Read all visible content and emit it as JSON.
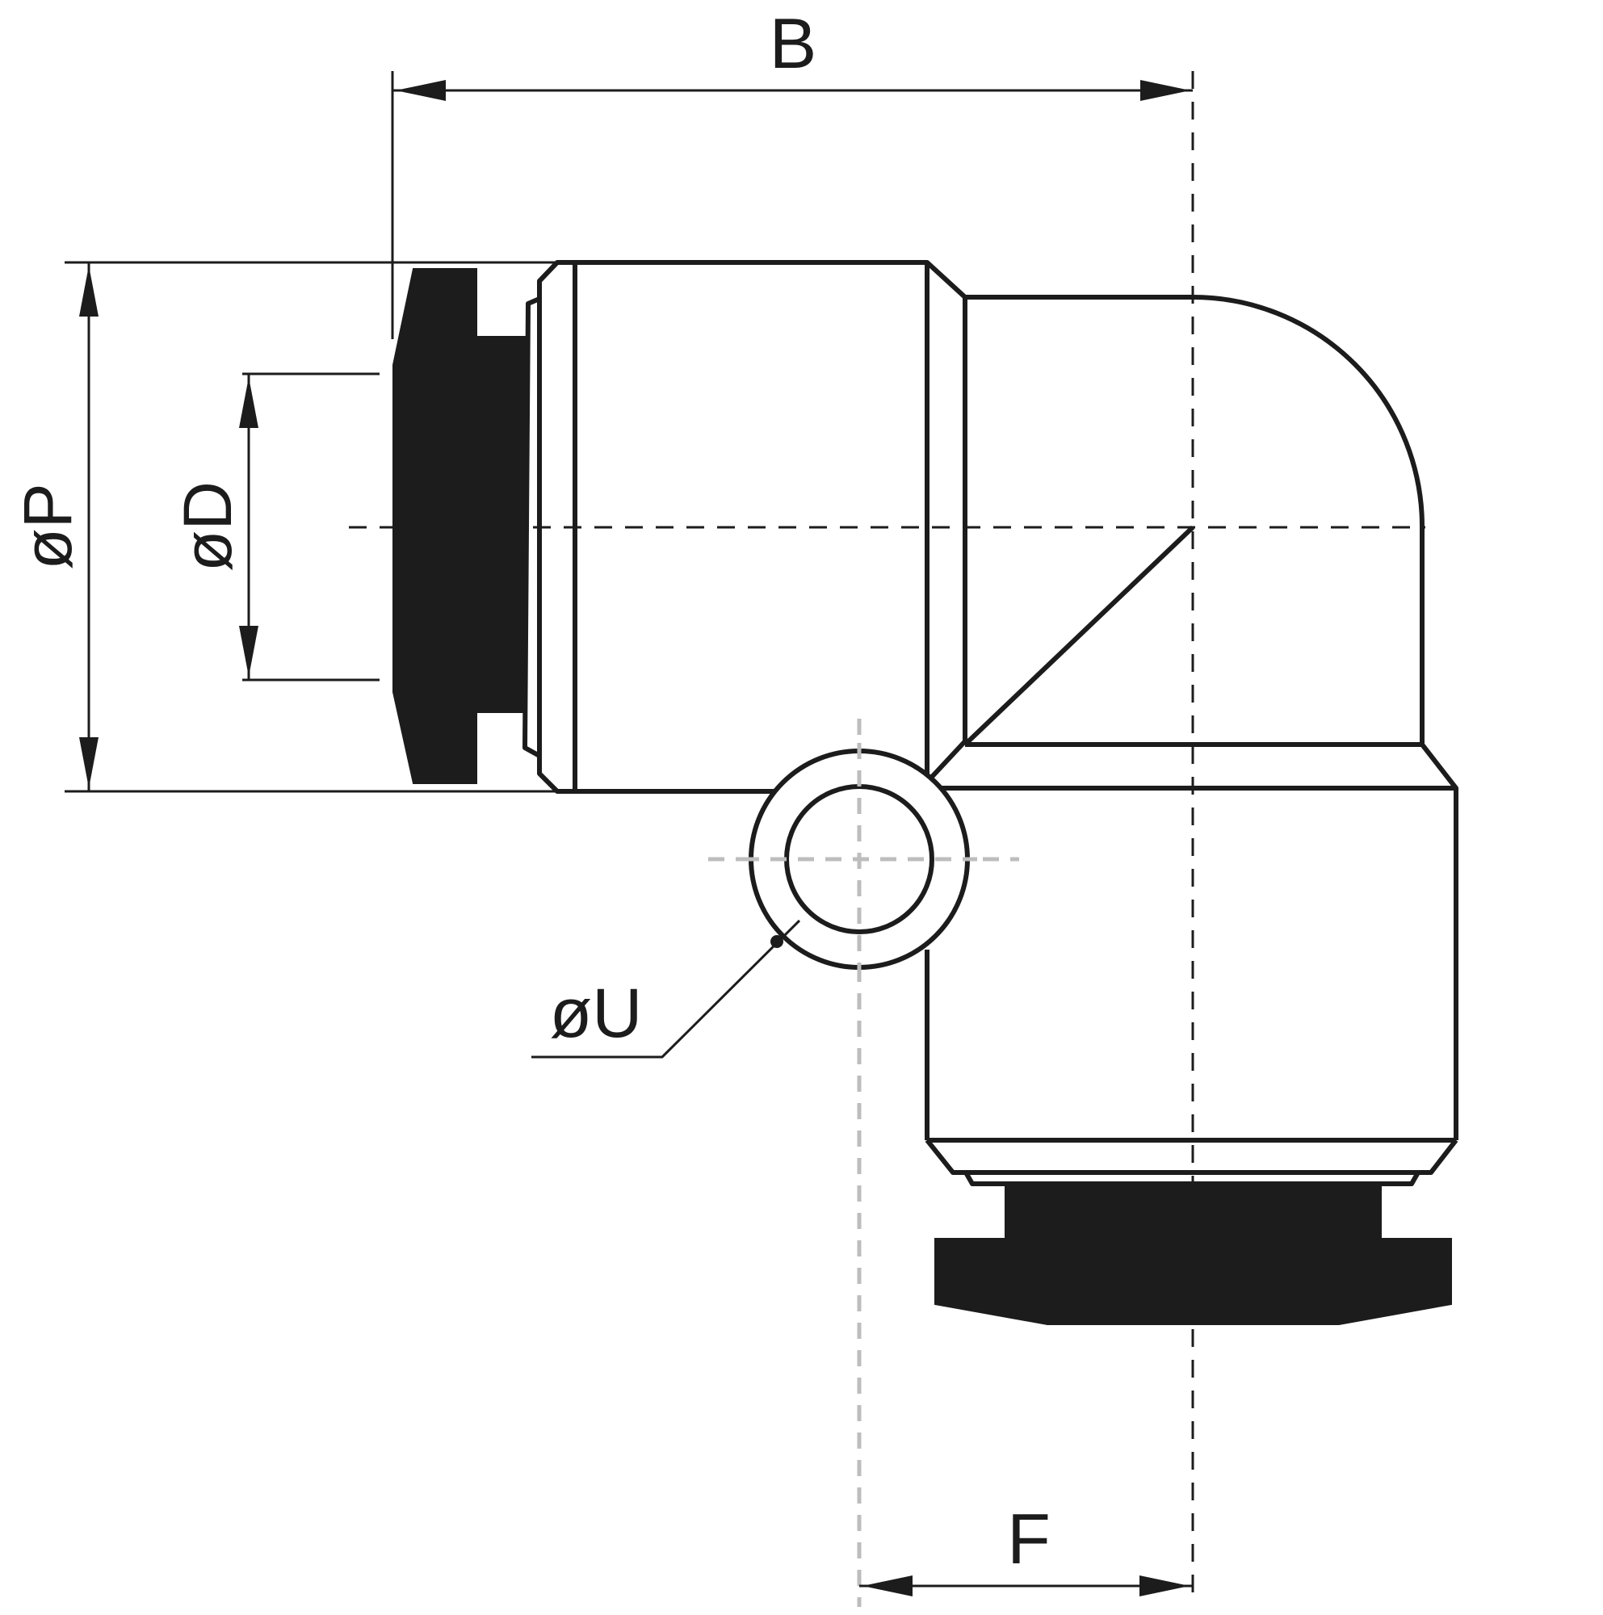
{
  "labels": {
    "B": "B",
    "P": "øP",
    "D": "øD",
    "U": "øU",
    "F": "F"
  }
}
